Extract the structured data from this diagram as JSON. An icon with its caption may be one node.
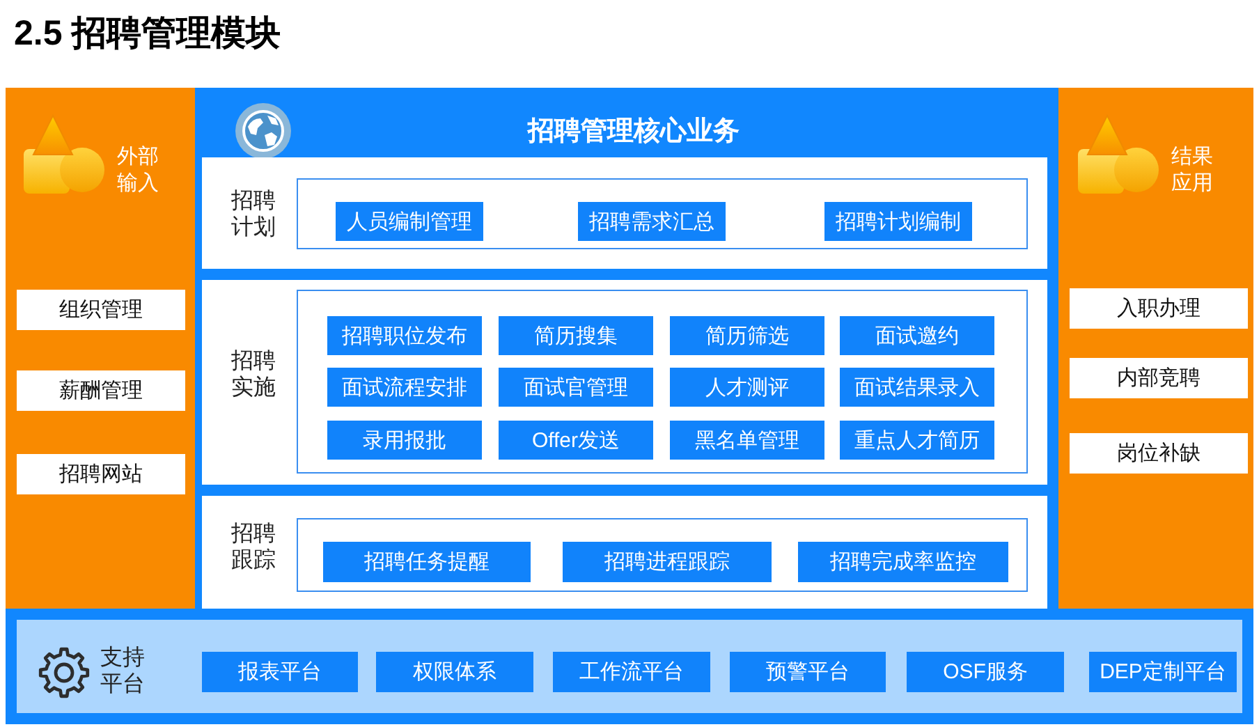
{
  "diagram": {
    "title": "2.5 招聘管理模块",
    "nodes": [
      {
        "text": [
          "外部输入"
        ]
      },
      {
        "text": [
          "组织管理"
        ],
        "in": 0
      },
      {
        "text": [
          "薪酬管理"
        ],
        "in": 0
      },
      {
        "text": [
          "招聘网站"
        ],
        "in": 0
      },
      {
        "text": [
          "招聘管理核心业务"
        ]
      },
      {
        "text": [
          "招聘计划"
        ],
        "in": 4
      },
      {
        "text": [],
        "shape": "box",
        "in": 5
      },
      {
        "text": [
          "人员编制管理"
        ],
        "in": 6
      },
      {
        "text": [
          "招聘需求汇总"
        ],
        "in": 6
      },
      {
        "text": [
          "招聘计划编制"
        ],
        "in": 6
      },
      {
        "text": [
          "招聘实施"
        ],
        "in": 4
      },
      {
        "text": [],
        "shape": "box",
        "in": 10
      },
      {
        "text": [
          "招聘职位发布"
        ],
        "in": 11
      },
      {
        "text": [
          "简历搜集"
        ],
        "in": 11
      },
      {
        "text": [
          "简历筛选"
        ],
        "in": 11
      },
      {
        "text": [
          "面试邀约"
        ],
        "in": 11
      },
      {
        "text": [
          "面试流程安排"
        ],
        "in": 11
      },
      {
        "text": [
          "面试官管理"
        ],
        "in": 11
      },
      {
        "text": [
          "人才测评"
        ],
        "in": 11
      },
      {
        "text": [
          "面试结果录入"
        ],
        "in": 11
      },
      {
        "text": [
          "录用报批"
        ],
        "in": 11
      },
      {
        "text": [
          "Offer发送"
        ],
        "in": 11
      },
      {
        "text": [
          "黑名单管理"
        ],
        "in": 11
      },
      {
        "text": [
          "重点人才简历"
        ],
        "in": 11
      },
      {
        "text": [
          "招聘跟踪"
        ],
        "in": 4
      },
      {
        "text": [],
        "shape": "box",
        "in": 24
      },
      {
        "text": [
          "招聘任务提醒"
        ],
        "in": 25
      },
      {
        "text": [
          "招聘进程跟踪"
        ],
        "in": 25
      },
      {
        "text": [
          "招聘完成率监控"
        ],
        "in": 25
      },
      {
        "text": [
          "结果应用"
        ]
      },
      {
        "text": [
          "入职办理"
        ],
        "in": 29
      },
      {
        "text": [
          "内部竞聘"
        ],
        "in": 29
      },
      {
        "text": [
          "岗位补缺"
        ],
        "in": 29
      },
      {
        "text": [
          "支持平台"
        ]
      },
      {
        "text": [
          "报表平台"
        ],
        "in": 33
      },
      {
        "text": [
          "权限体系"
        ],
        "in": 33
      },
      {
        "text": [
          "工作流平台"
        ],
        "in": 33
      },
      {
        "text": [
          "预警平台"
        ],
        "in": 33
      },
      {
        "text": [
          "OSF服务"
        ],
        "in": 33
      },
      {
        "text": [
          "DEP定制平台"
        ],
        "in": 33
      }
    ]
  }
}
